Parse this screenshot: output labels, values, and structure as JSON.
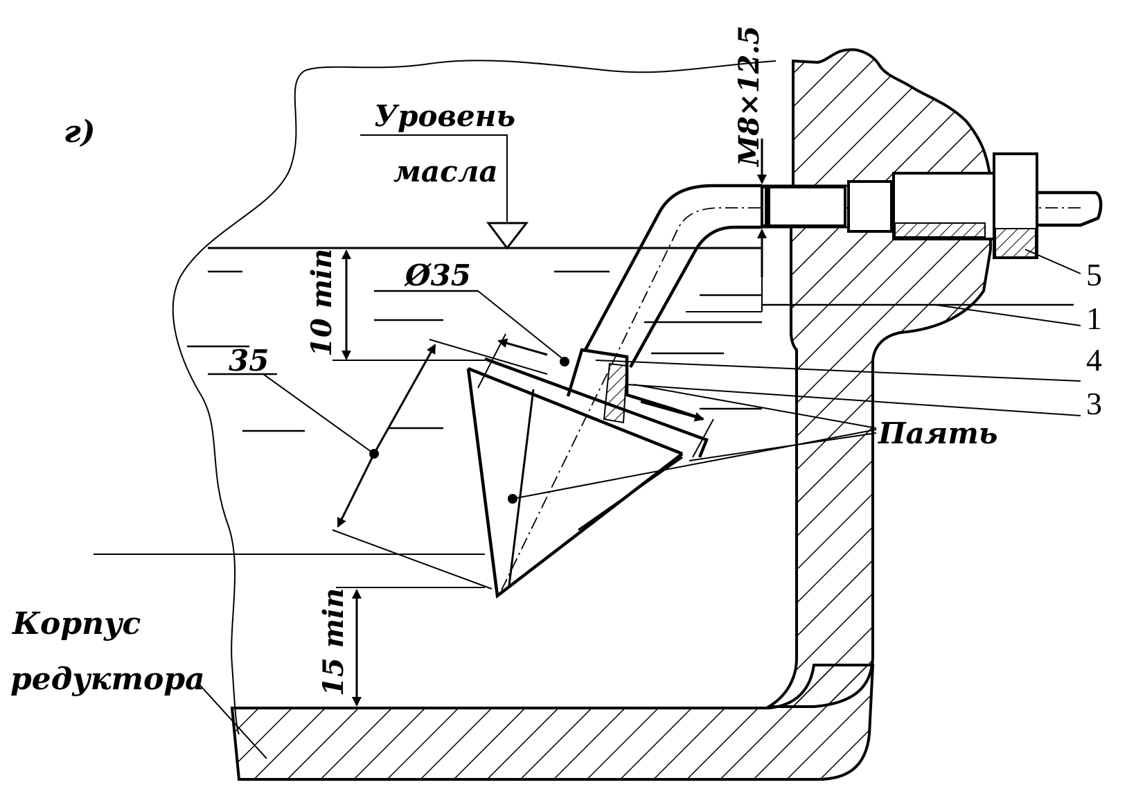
{
  "figure": {
    "panel_label": "г)",
    "oil_level_label_line1": "Уровень",
    "oil_level_label_line2": "масла",
    "thread_label": "M8×12.5",
    "diameter_label": "Ø35",
    "cone_dim_label": "35",
    "depth_min_label": "10 min",
    "bottom_min_label": "15 min",
    "solder_label": "Паять",
    "housing_label_line1": "Корпус",
    "housing_label_line2": "редуктора",
    "part_numbers": [
      "5",
      "1",
      "4",
      "3"
    ]
  }
}
